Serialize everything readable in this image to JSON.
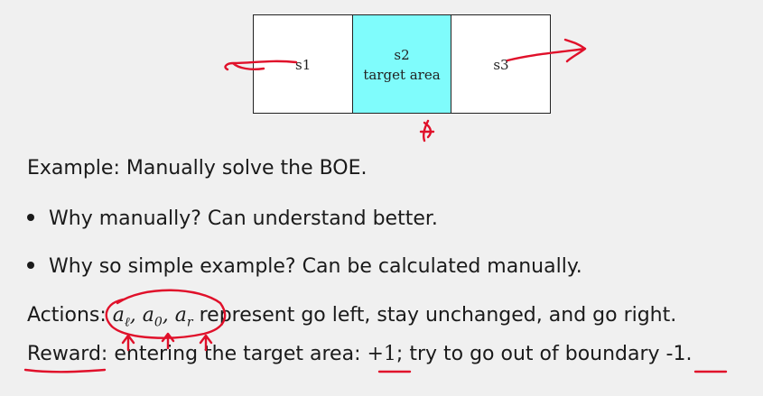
{
  "grid": {
    "cells": [
      {
        "label": "s1"
      },
      {
        "label": "s2",
        "sublabel": "target area"
      },
      {
        "label": "s3"
      }
    ],
    "target_color": "#7ffcfc"
  },
  "text": {
    "example": "Example: Manually solve the BOE.",
    "bullets": [
      "Why manually? Can understand better.",
      "Why so simple example? Can be calculated manually."
    ],
    "actions_prefix": "Actions:",
    "actions_a_left": "a",
    "actions_a_left_sub": "ℓ",
    "actions_a_zero": "a",
    "actions_a_zero_sub": "0",
    "actions_a_right": "a",
    "actions_a_right_sub": "r",
    "actions_suffix": "represent go left, stay unchanged, and go right.",
    "reward_prefix": "Reward:",
    "reward_mid": " entering the target area: ",
    "reward_plus": "+1",
    "reward_mid2": "; try to go out of boundary ",
    "reward_minus": "-1",
    "reward_end": "."
  },
  "annotation_color": "#e0102a"
}
